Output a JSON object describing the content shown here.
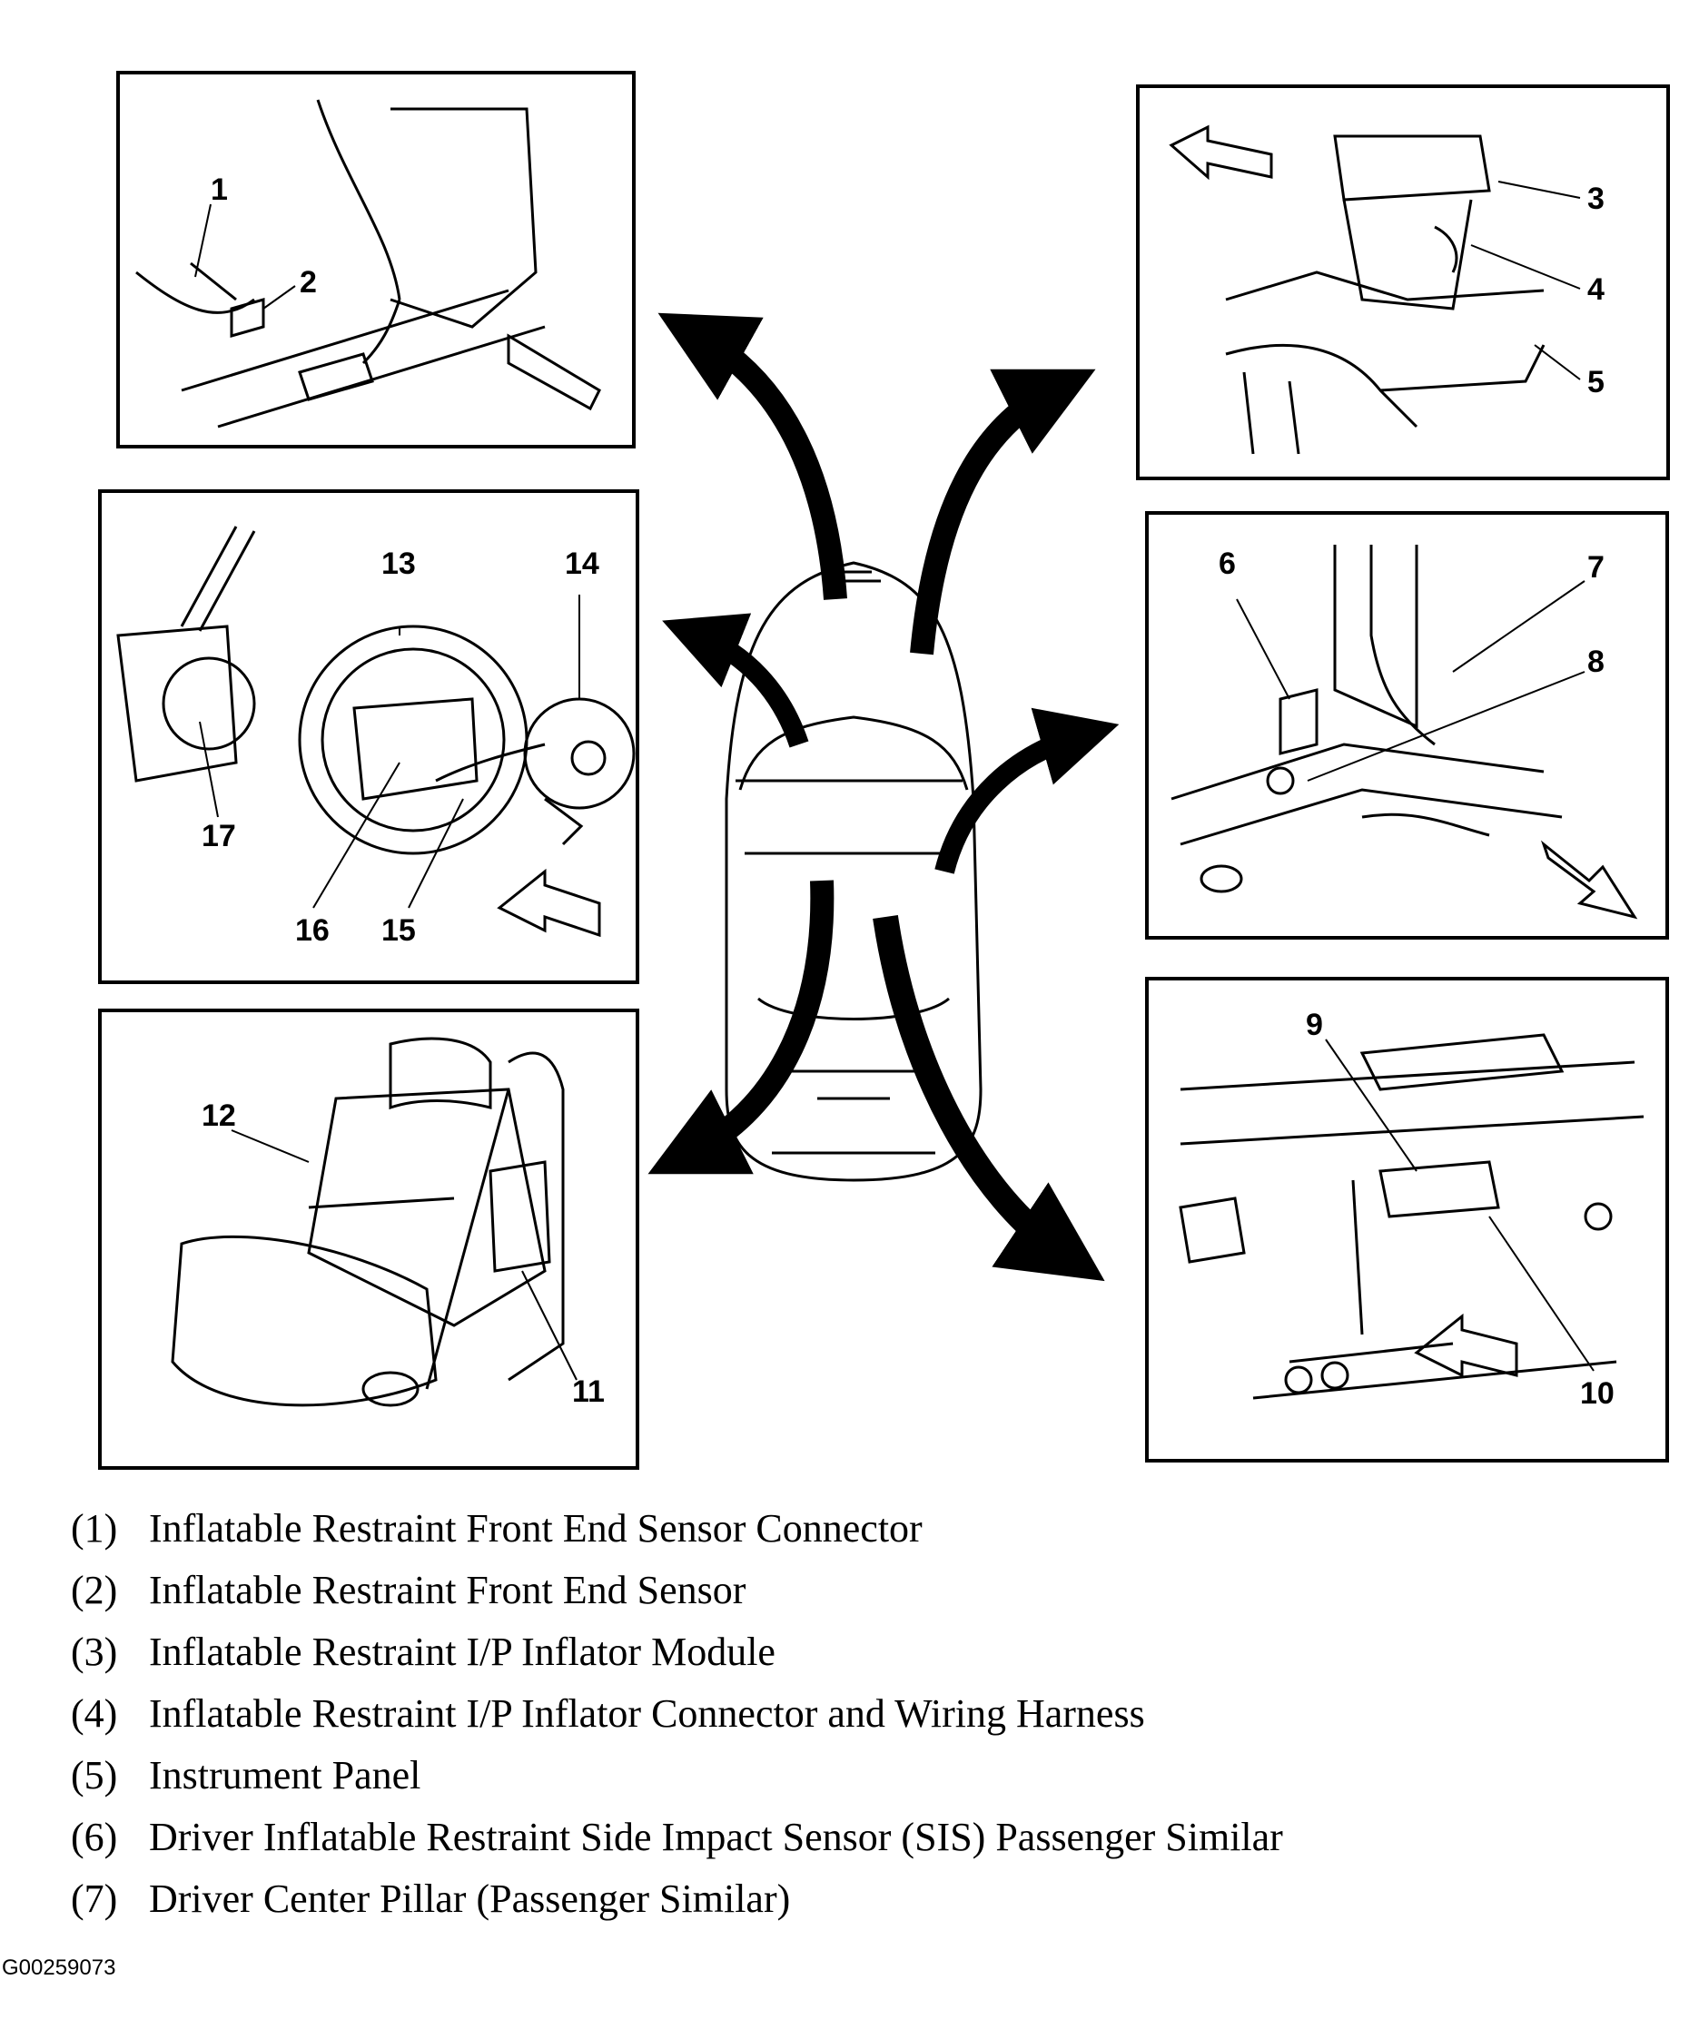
{
  "callouts": [
    "1",
    "2",
    "3",
    "4",
    "5",
    "6",
    "7",
    "8",
    "9",
    "10",
    "11",
    "12",
    "13",
    "14",
    "15",
    "16",
    "17"
  ],
  "legend": [
    {
      "num": "(1)",
      "text": "Inflatable Restraint Front End Sensor Connector"
    },
    {
      "num": "(2)",
      "text": "Inflatable Restraint Front End Sensor"
    },
    {
      "num": "(3)",
      "text": "Inflatable Restraint I/P Inflator Module"
    },
    {
      "num": "(4)",
      "text": "Inflatable Restraint I/P Inflator Connector and Wiring Harness"
    },
    {
      "num": "(5)",
      "text": "Instrument Panel"
    },
    {
      "num": "(6)",
      "text": "Driver Inflatable Restraint Side Impact Sensor (SIS) Passenger Similar"
    },
    {
      "num": "(7)",
      "text": "Driver Center Pillar (Passenger Similar)"
    }
  ],
  "figure_id": "G00259073"
}
